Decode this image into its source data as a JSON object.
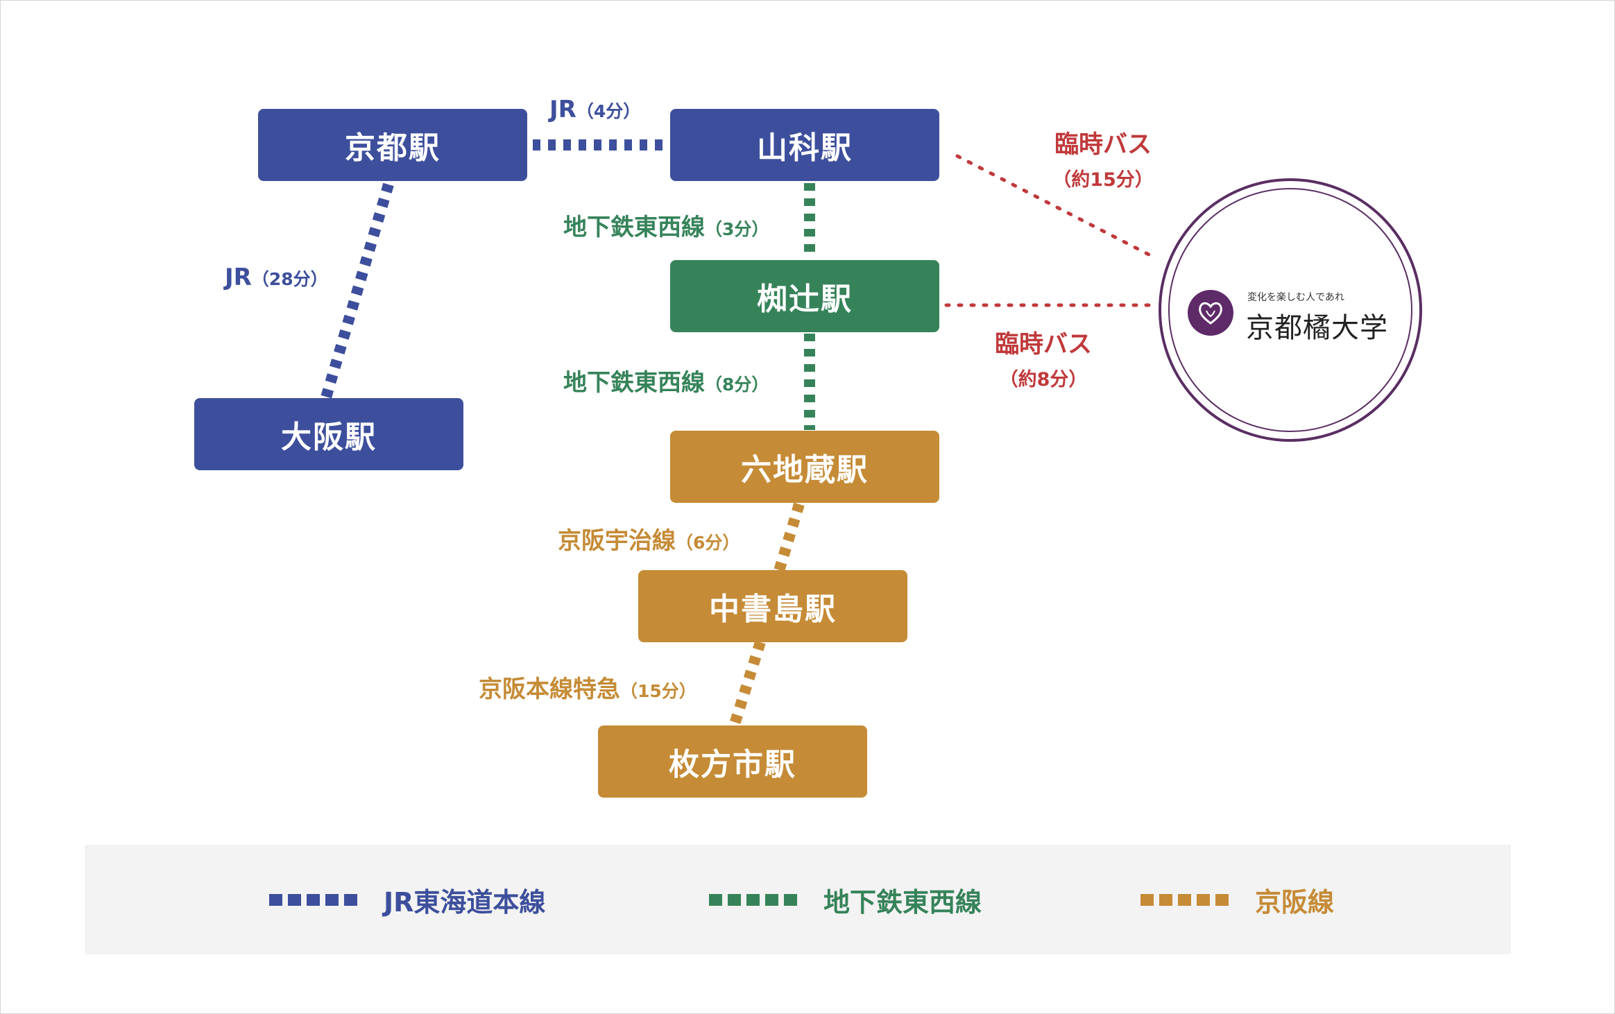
{
  "stations": {
    "kyoto": "京都駅",
    "yamashina": "山科駅",
    "nagitsuji": "椥辻駅",
    "osaka": "大阪駅",
    "rokujizo": "六地蔵駅",
    "chushojima": "中書島駅",
    "hirakatashi": "枚方市駅"
  },
  "segments": {
    "kyoto_yamashina": {
      "line": "JR",
      "time": "（4分）"
    },
    "kyoto_osaka": {
      "line": "JR",
      "time": "（28分）"
    },
    "yamashina_nagitsuji": {
      "line": "地下鉄東西線",
      "time": "（3分）"
    },
    "nagitsuji_rokujizo": {
      "line": "地下鉄東西線",
      "time": "（8分）"
    },
    "rokujizo_chushojima": {
      "line": "京阪宇治線",
      "time": "（6分）"
    },
    "chushojima_hirakata": {
      "line": "京阪本線特急",
      "time": "（15分）"
    }
  },
  "bus": {
    "from_yamashina": {
      "label": "臨時バス",
      "time": "（約15分）"
    },
    "from_nagitsuji": {
      "label": "臨時バス",
      "time": "（約8分）"
    }
  },
  "university": {
    "tagline": "変化を楽しむ人であれ",
    "name": "京都橘大学"
  },
  "legend": [
    {
      "label": "JR東海道本線",
      "color": "#3d4f9c"
    },
    {
      "label": "地下鉄東西線",
      "color": "#36835a"
    },
    {
      "label": "京阪線",
      "color": "#c58b36"
    }
  ],
  "colors": {
    "jr": "#3d4f9c",
    "subway": "#36835a",
    "keihan": "#c58b36",
    "bus": "#c0393b",
    "university": "#5a2e63"
  }
}
